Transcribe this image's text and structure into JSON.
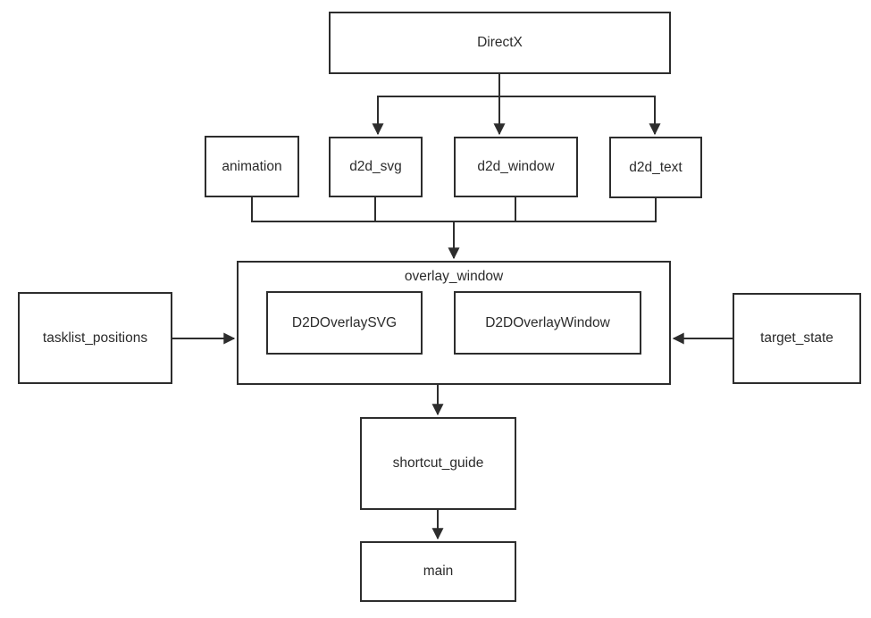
{
  "diagram": {
    "type": "module-dependency-flowchart",
    "background": "#ffffff",
    "stroke_color": "#2d2d2d",
    "text_color": "#2b2b2b",
    "nodes": {
      "directx": {
        "label": "DirectX"
      },
      "animation": {
        "label": "animation"
      },
      "d2d_svg": {
        "label": "d2d_svg"
      },
      "d2d_window": {
        "label": "d2d_window"
      },
      "d2d_text": {
        "label": "d2d_text"
      },
      "overlay_window": {
        "label": "overlay_window"
      },
      "d2d_overlay_svg": {
        "label": "D2DOverlaySVG"
      },
      "d2d_overlay_window": {
        "label": "D2DOverlayWindow"
      },
      "tasklist_positions": {
        "label": "tasklist_positions"
      },
      "target_state": {
        "label": "target_state"
      },
      "shortcut_guide": {
        "label": "shortcut_guide"
      },
      "main": {
        "label": "main"
      }
    },
    "edges": [
      {
        "from": "DirectX",
        "to": "d2d_svg"
      },
      {
        "from": "DirectX",
        "to": "d2d_window"
      },
      {
        "from": "DirectX",
        "to": "d2d_text"
      },
      {
        "from": "animation",
        "to": "overlay_window"
      },
      {
        "from": "d2d_svg",
        "to": "overlay_window"
      },
      {
        "from": "d2d_window",
        "to": "overlay_window"
      },
      {
        "from": "d2d_text",
        "to": "overlay_window"
      },
      {
        "from": "tasklist_positions",
        "to": "overlay_window"
      },
      {
        "from": "target_state",
        "to": "overlay_window"
      },
      {
        "from": "overlay_window",
        "to": "shortcut_guide"
      },
      {
        "from": "shortcut_guide",
        "to": "main"
      }
    ]
  }
}
